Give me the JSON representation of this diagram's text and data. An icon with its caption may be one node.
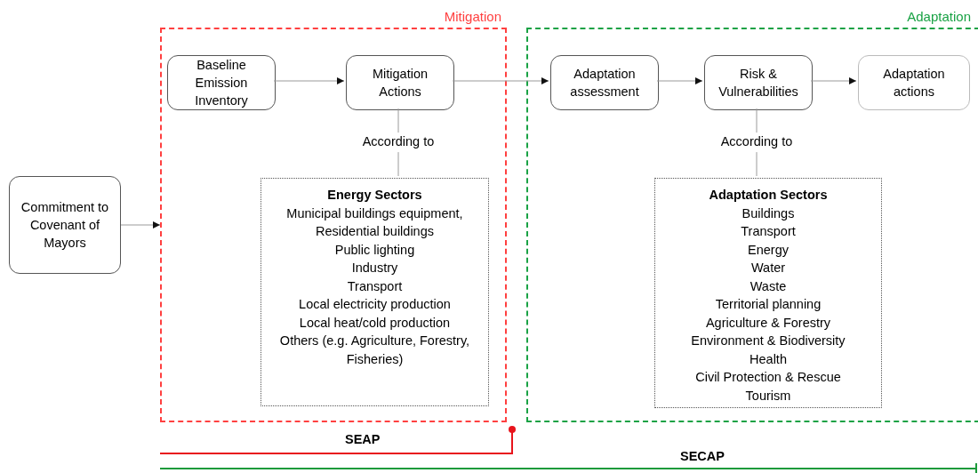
{
  "diagram": {
    "nodes": [
      {
        "text": [
          "Commitment to Covenant of Mayors"
        ]
      },
      {
        "text": [
          "Mitigation"
        ]
      },
      {
        "text": [
          "Baseline Emission Inventory"
        ],
        "in": 1
      },
      {
        "text": [
          "Mitigation Actions"
        ],
        "in": 1
      },
      {
        "text": [
          "Energy Sectors",
          "Municipal buildings equipment, Residential buildings",
          "Public lighting",
          "Industry",
          "Transport",
          "Local electricity production",
          "Local heat/cold production",
          "Others (e.g. Agriculture, Forestry, Fisheries)"
        ],
        "in": 1
      },
      {
        "text": [
          "Adaptation"
        ]
      },
      {
        "text": [
          "Adaptation assessment"
        ],
        "in": 5
      },
      {
        "text": [
          "Risk & Vulnerabilities"
        ],
        "in": 5
      },
      {
        "text": [
          "Adaptation actions"
        ],
        "in": 5
      },
      {
        "text": [
          "Adaptation Sectors",
          "Buildings",
          "Transport",
          "Energy",
          "Water",
          "Waste",
          "Territorial planning",
          "Agriculture & Forestry",
          "Environment & Biodiversity",
          "Health",
          "Civil Protection & Rescue",
          "Tourism"
        ],
        "in": 5
      }
    ],
    "edges": [
      {
        "from": 0,
        "to": 1,
        "arrow": "to"
      },
      {
        "from": 2,
        "to": 3,
        "arrow": "to"
      },
      {
        "from": 3,
        "to": 6,
        "arrow": "to"
      },
      {
        "from": 6,
        "to": 7,
        "arrow": "to"
      },
      {
        "from": 7,
        "to": 8,
        "arrow": "to"
      },
      {
        "from": 3,
        "to": 4,
        "arrow": "none",
        "label": "According to"
      },
      {
        "from": 7,
        "to": 9,
        "arrow": "none",
        "label": "According to"
      }
    ],
    "labels": [
      "SEAP",
      "SECAP"
    ]
  }
}
